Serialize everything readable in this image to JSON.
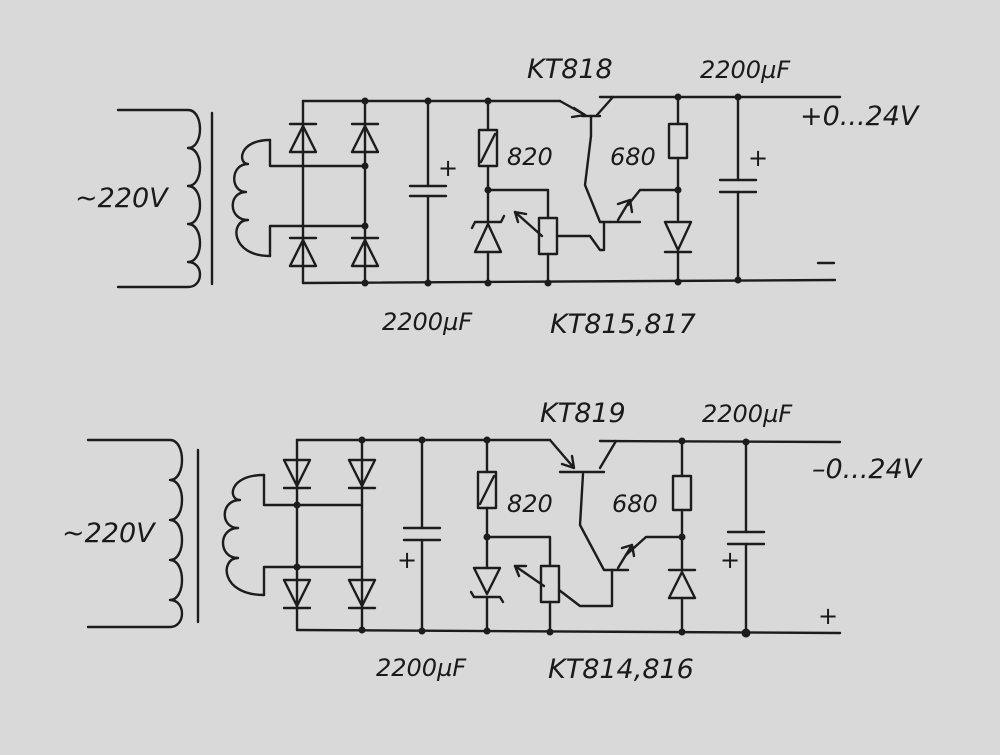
{
  "colors": {
    "paper": "#d9d9d9",
    "ink": "#1c1c1c"
  },
  "top": {
    "input": "~220V",
    "transistor": "KT818",
    "cap_out": "2200µF",
    "output": "+0...24V",
    "minus": "–",
    "plus": "+",
    "plus_c2": "+",
    "r1": "820",
    "r2": "680",
    "cap_in": "2200µF",
    "transistor2": "KT815,817"
  },
  "bottom": {
    "input": "~220V",
    "transistor": "KT819",
    "cap_out": "2200µF",
    "output": "–0...24V",
    "minus": "+",
    "plus": "+",
    "plus_c2": "+",
    "r1": "820",
    "r2": "680",
    "cap_in": "2200µF",
    "transistor2": "KT814,816"
  }
}
